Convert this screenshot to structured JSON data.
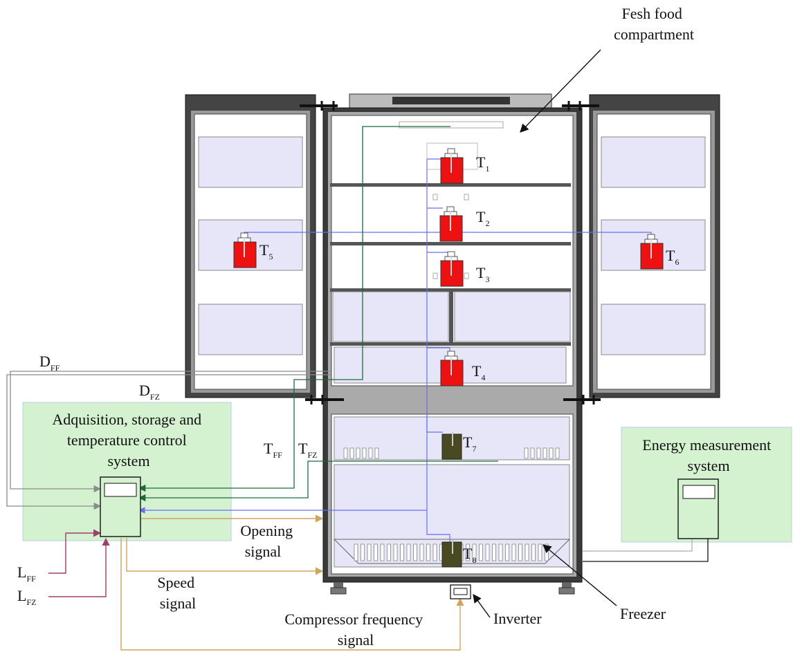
{
  "labels": {
    "fresh_food": [
      "Fesh food",
      "compartment"
    ],
    "acquisition": [
      "Adquisition, storage and",
      "temperature control",
      "system"
    ],
    "energy": [
      "Energy measurement",
      "system"
    ],
    "opening_signal": [
      "Opening",
      "signal"
    ],
    "speed_signal": [
      "Speed",
      "signal"
    ],
    "compressor_signal": [
      "Compressor frequency",
      "signal"
    ],
    "inverter": "Inverter",
    "freezer": "Freezer"
  },
  "sensors": [
    {
      "id": "t1",
      "main": "T",
      "sub": "1",
      "kind": "fresh"
    },
    {
      "id": "t2",
      "main": "T",
      "sub": "2",
      "kind": "fresh"
    },
    {
      "id": "t3",
      "main": "T",
      "sub": "3",
      "kind": "fresh"
    },
    {
      "id": "t4",
      "main": "T",
      "sub": "4",
      "kind": "fresh"
    },
    {
      "id": "t5",
      "main": "T",
      "sub": "5",
      "kind": "fresh"
    },
    {
      "id": "t6",
      "main": "T",
      "sub": "6",
      "kind": "fresh"
    },
    {
      "id": "t7",
      "main": "T",
      "sub": "7",
      "kind": "freezer"
    },
    {
      "id": "t8",
      "main": "T",
      "sub": "8",
      "kind": "freezer"
    }
  ],
  "signals": {
    "d_ff": {
      "main": "D",
      "sub": "FF"
    },
    "d_fz": {
      "main": "D",
      "sub": "FZ"
    },
    "t_ff": {
      "main": "T",
      "sub": "FF"
    },
    "t_fz": {
      "main": "T",
      "sub": "FZ"
    },
    "l_ff": {
      "main": "L",
      "sub": "FF"
    },
    "l_fz": {
      "main": "L",
      "sub": "FZ"
    }
  },
  "colors": {
    "green_panel": "#d4f2d0",
    "blue_wire": "#6a6ef0",
    "green_wire": "#1e6b3a",
    "gray_wire": "#8a8a8a",
    "orange_wire": "#d2a35a",
    "magenta_wire": "#a23c6a",
    "fresh_sensor": "#ee1111",
    "freezer_sensor": "#4a4a22",
    "shelf_fill": "#e6e6f8"
  }
}
